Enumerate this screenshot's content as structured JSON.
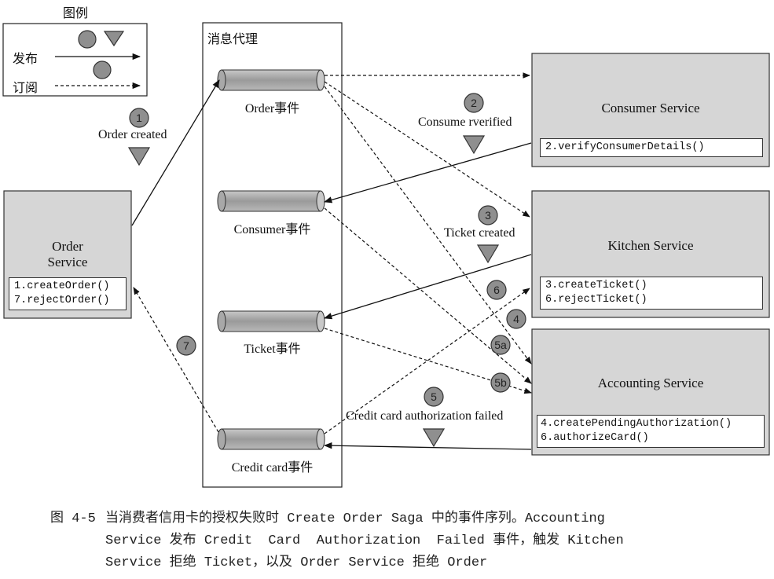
{
  "legend": {
    "title": "图例",
    "publish_label": "发布",
    "subscribe_label": "订阅"
  },
  "broker": {
    "title": "消息代理",
    "channels": [
      "Order事件",
      "Consumer事件",
      "Ticket事件",
      "Credit card事件"
    ]
  },
  "services": {
    "order": {
      "title_line1": "Order",
      "title_line2": "Service",
      "methods": [
        "1.createOrder()",
        "7.rejectOrder()"
      ]
    },
    "consumer": {
      "title": "Consumer Service",
      "methods": [
        "2.verifyConsumerDetails()"
      ]
    },
    "kitchen": {
      "title": "Kitchen Service",
      "methods": [
        "3.createTicket()",
        "6.rejectTicket()"
      ]
    },
    "accounting": {
      "title": "Accounting Service",
      "methods": [
        "4.createPendingAuthorization()",
        "6.authorizeCard()"
      ]
    }
  },
  "steps": {
    "s1": "1",
    "s2": "2",
    "s3": "3",
    "s4": "4",
    "s5": "5",
    "s5a": "5a",
    "s5b": "5b",
    "s6": "6",
    "s7": "7"
  },
  "event_labels": {
    "order_created": "Order created",
    "consumer_verified": "Consume rverified",
    "ticket_created": "Ticket created",
    "card_auth_failed": "Credit card authorization failed"
  },
  "caption": {
    "figure_number": "图 4-5",
    "line1": "当消费者信用卡的授权失败时 Create Order Saga 中的事件序列。Accounting",
    "line2": "Service 发布 Credit  Card  Authorization  Failed 事件，触发 Kitchen",
    "line3": "Service 拒绝 Ticket，以及 Order Service 拒绝 Order"
  },
  "colors": {
    "service_fill": "#d6d6d6",
    "channel_fill": "#a8a8a8",
    "marker_fill": "#8f8f8f",
    "line": "#111111"
  }
}
